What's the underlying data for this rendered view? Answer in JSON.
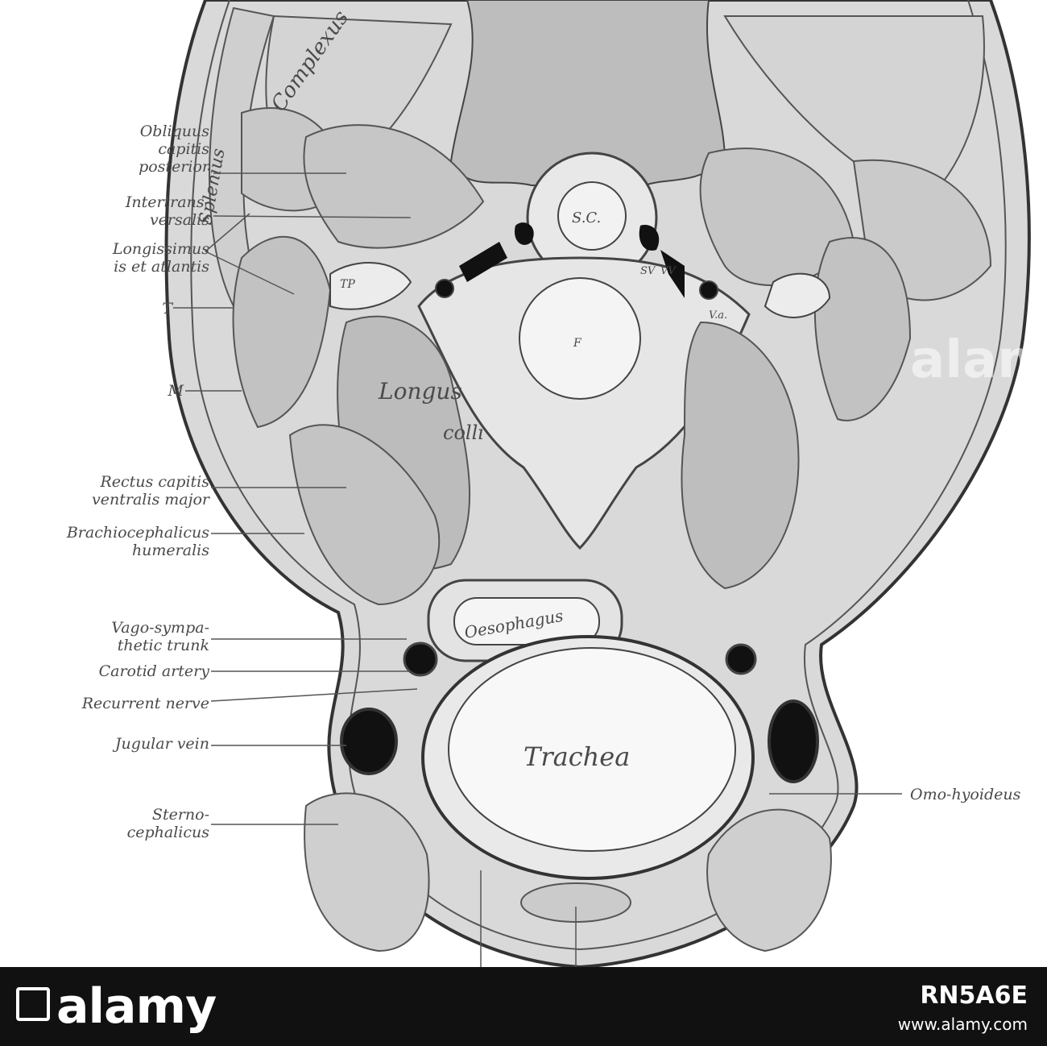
{
  "labels": {
    "left": [
      {
        "id": "obliquus",
        "text": "Obliquus\ncapitis\nposterior"
      },
      {
        "id": "intertrans",
        "text": "Intertrans-\nversalis"
      },
      {
        "id": "longissimus",
        "text": "Longissimus\nis et atlantis"
      },
      {
        "id": "t",
        "text": "T"
      },
      {
        "id": "m",
        "text": "M"
      },
      {
        "id": "rectus",
        "text": "Rectus capitis\nventralis major"
      },
      {
        "id": "brachio",
        "text": "Brachiocephalicus\nhumeralis"
      },
      {
        "id": "vago",
        "text": "Vago-sympa-\nthetic trunk"
      },
      {
        "id": "carotid",
        "text": "Carotid artery"
      },
      {
        "id": "recurrent",
        "text": "Recurrent nerve"
      },
      {
        "id": "jugular",
        "text": "Jugular vein"
      },
      {
        "id": "sterno",
        "text": "Sterno-\ncephalicus"
      }
    ],
    "right": {
      "omo": "Omo-hyoideus"
    },
    "internal": {
      "splenius": "Splenius",
      "complexus": "Complexus",
      "sc": "S.C.",
      "tp": "TP",
      "sv": "SV",
      "vv": "VV",
      "va": "V.a.",
      "f": "F",
      "longus": "Longus",
      "colli": "colli",
      "oesophagus": "Oesophagus",
      "trachea": "Trachea"
    }
  },
  "footer": {
    "brand": "alamy",
    "image_id": "RN5A6E",
    "site": "www.alamy.com",
    "background": "#111111"
  },
  "colors": {
    "tissue": "#dcdcdc",
    "muscle": "#c9c9c9",
    "bone": "#ececec",
    "vessel": "#111111",
    "line": "#555555"
  }
}
